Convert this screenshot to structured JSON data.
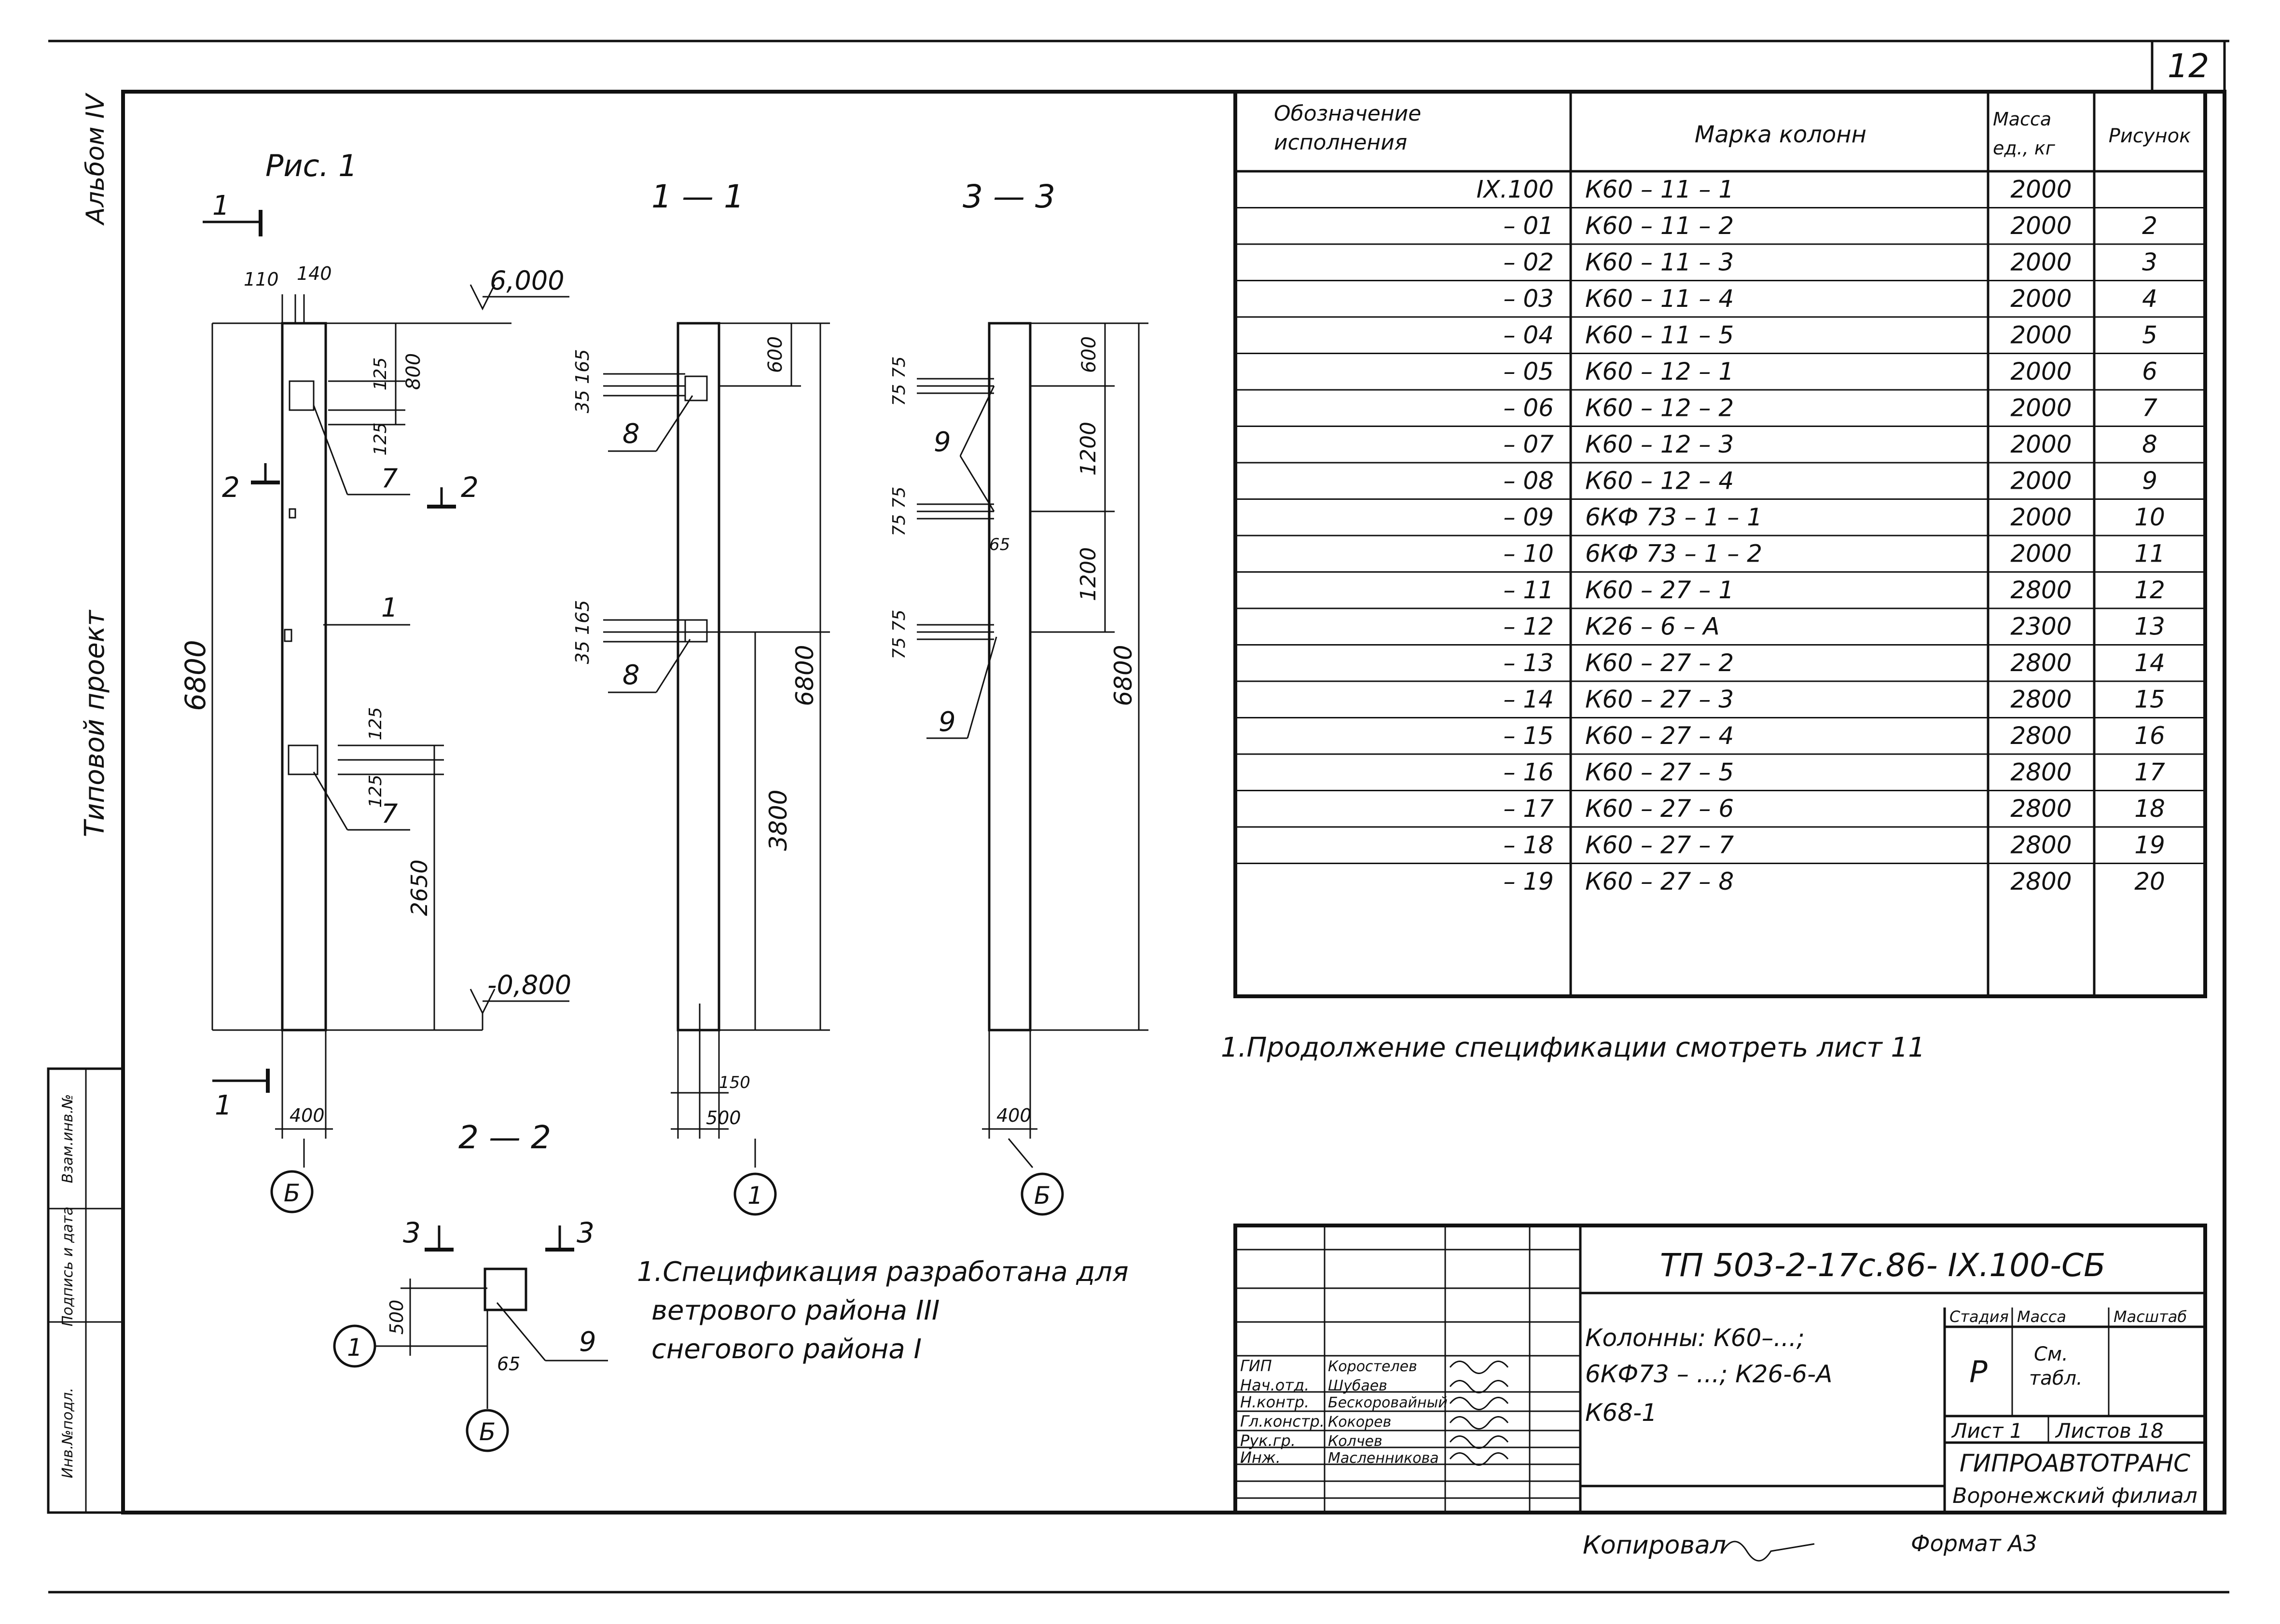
{
  "sheet_number": "12",
  "side_labels": {
    "album": "Альбом IV",
    "project": "Типовой проект"
  },
  "left_strip": [
    "Инв.№подл.",
    "Подпись и дата",
    "Взам.инв.№"
  ],
  "figure_label": "Рис. 1",
  "section_labels": {
    "s1": "1 — 1",
    "s3": "3 — 3",
    "s2": "2 — 2",
    "cut1_top": "1",
    "cut1_bottom": "1",
    "cut2_left": "2",
    "cut2_right": "2",
    "cut3_left": "3",
    "cut3_right": "3"
  },
  "elevations": {
    "top": "6,000",
    "bottom": "-0,800"
  },
  "dims": {
    "d110": "110",
    "d140": "140",
    "d125a": "125",
    "d800": "800",
    "d125b": "125",
    "d6800": "6800",
    "d125c": "125",
    "d125d": "125",
    "d2650": "2650",
    "d400": "400",
    "s1_35_165_top": "35 165",
    "s1_600": "600",
    "s1_35_165_bot": "35 165",
    "s1_6800": "6800",
    "s1_3800": "3800",
    "s1_150": "150",
    "s1_500": "500",
    "s3_75_75_a": "75 75",
    "s3_600": "600",
    "s3_1200_a": "1200",
    "s3_75_75_b": "75 75",
    "s3_65": "65",
    "s3_1200_b": "1200",
    "s3_75_75_c": "75 75",
    "s3_6800": "6800",
    "s3_400": "400",
    "s2_500": "500",
    "s2_65": "65"
  },
  "callouts": {
    "c1": "1",
    "c7a": "7",
    "c7b": "7",
    "c8a": "8",
    "c8b": "8",
    "c9a": "9",
    "c9b": "9",
    "c9c": "9"
  },
  "axis_markers": {
    "a1": "Б",
    "a2": "1",
    "a3": "Б",
    "a4": "1",
    "a5": "Б"
  },
  "notes": {
    "spec_line1": "1.Спецификация разработана для",
    "spec_line2": "ветрового района III",
    "spec_line3": "снегового района I",
    "continuation": "1.Продолжение спецификации смотреть лист 11"
  },
  "spec_table": {
    "headers": {
      "designation": "Обозначение исполнения",
      "mark": "Марка колонн",
      "mass": "Масса ед., кг",
      "figure": "Рисунок"
    },
    "rows": [
      {
        "des": "IX.100",
        "mark": "К60 – 11 – 1",
        "mass": "2000",
        "fig": ""
      },
      {
        "des": "– 01",
        "mark": "К60 – 11 – 2",
        "mass": "2000",
        "fig": "2"
      },
      {
        "des": "– 02",
        "mark": "К60 – 11 – 3",
        "mass": "2000",
        "fig": "3"
      },
      {
        "des": "– 03",
        "mark": "К60 – 11 – 4",
        "mass": "2000",
        "fig": "4"
      },
      {
        "des": "– 04",
        "mark": "К60 – 11 – 5",
        "mass": "2000",
        "fig": "5"
      },
      {
        "des": "– 05",
        "mark": "К60 – 12 – 1",
        "mass": "2000",
        "fig": "6"
      },
      {
        "des": "– 06",
        "mark": "К60 – 12 – 2",
        "mass": "2000",
        "fig": "7"
      },
      {
        "des": "– 07",
        "mark": "К60 – 12 – 3",
        "mass": "2000",
        "fig": "8"
      },
      {
        "des": "– 08",
        "mark": "К60 – 12 – 4",
        "mass": "2000",
        "fig": "9"
      },
      {
        "des": "– 09",
        "mark": "6КФ 73 – 1 – 1",
        "mass": "2000",
        "fig": "10"
      },
      {
        "des": "– 10",
        "mark": "6КФ 73 – 1 – 2",
        "mass": "2000",
        "fig": "11"
      },
      {
        "des": "– 11",
        "mark": "К60 – 27 – 1",
        "mass": "2800",
        "fig": "12"
      },
      {
        "des": "– 12",
        "mark": "К26 – 6 – А",
        "mass": "2300",
        "fig": "13"
      },
      {
        "des": "– 13",
        "mark": "К60 – 27 – 2",
        "mass": "2800",
        "fig": "14"
      },
      {
        "des": "– 14",
        "mark": "К60 – 27 – 3",
        "mass": "2800",
        "fig": "15"
      },
      {
        "des": "– 15",
        "mark": "К60 – 27 – 4",
        "mass": "2800",
        "fig": "16"
      },
      {
        "des": "– 16",
        "mark": "К60 – 27 – 5",
        "mass": "2800",
        "fig": "17"
      },
      {
        "des": "– 17",
        "mark": "К60 – 27 – 6",
        "mass": "2800",
        "fig": "18"
      },
      {
        "des": "– 18",
        "mark": "К60 – 27 – 7",
        "mass": "2800",
        "fig": "19"
      },
      {
        "des": "– 19",
        "mark": "К60 – 27 – 8",
        "mass": "2800",
        "fig": "20"
      }
    ]
  },
  "title_block": {
    "code": "ТП 503-2-17с.86- IX.100-СБ",
    "name_line1": "Колонны: К60–...;",
    "name_line2": "6КФ73 – ...; К26-6-А",
    "name_line3": "К68-1",
    "stage_label": "Стадия",
    "mass_label": "Масса",
    "scale_label": "Масштаб",
    "stage_value": "Р",
    "mass_value_1": "См.",
    "mass_value_2": "табл.",
    "sheet_label": "Лист 1",
    "sheets_label": "Листов 18",
    "org_name": "ГИПРОАВТОТРАНС",
    "org_branch": "Воронежский филиал",
    "signatures": [
      {
        "role": "ГИП",
        "name": "Коростелев"
      },
      {
        "role": "Нач.отд.",
        "name": "Шубаев"
      },
      {
        "role": "Н.контр.",
        "name": "Бескоровайный"
      },
      {
        "role": "Гл.констр.",
        "name": "Кокорев"
      },
      {
        "role": "Рук.гр.",
        "name": "Колчев"
      },
      {
        "role": "Инж.",
        "name": "Масленникова"
      }
    ]
  },
  "footer": {
    "copied": "Копировал",
    "format": "Формат А3"
  }
}
